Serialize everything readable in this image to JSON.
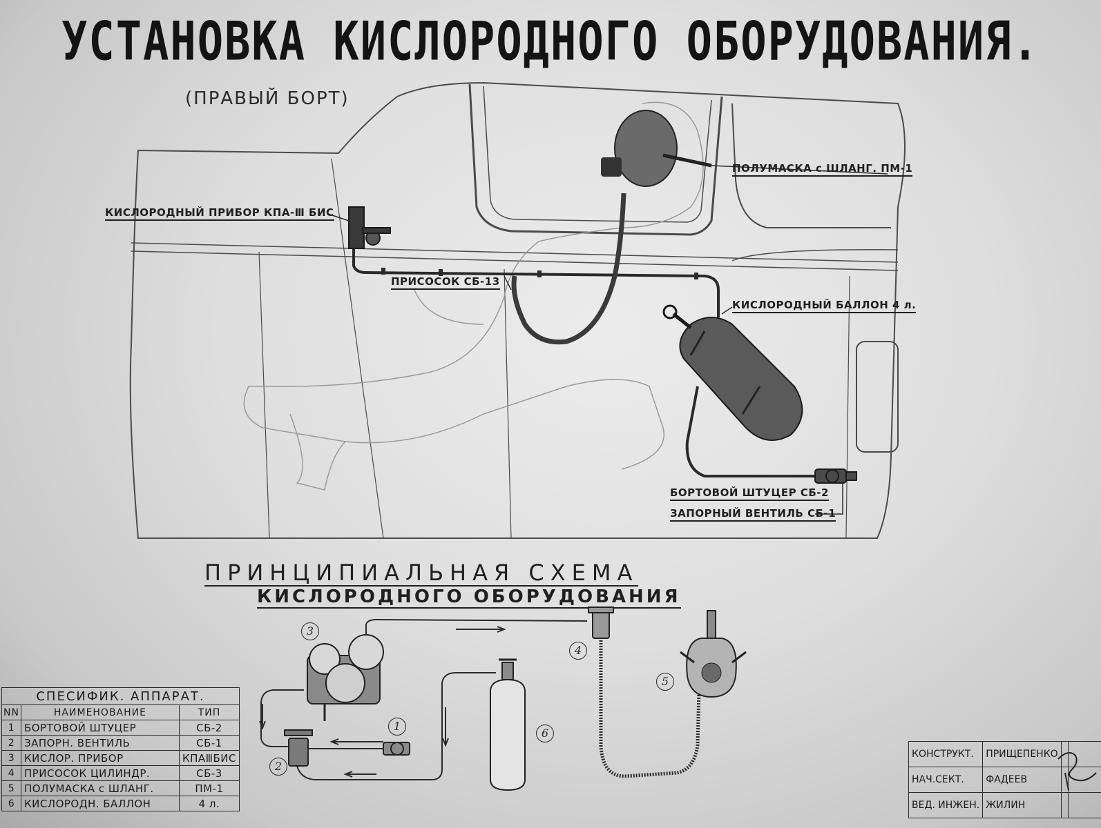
{
  "title": "УСТАНОВКА КИСЛОРОДНОГО ОБОРУДОВАНИЯ.",
  "subtitle": "(ПРАВЫЙ БОРТ)",
  "callouts_top": {
    "mask": "ПОЛУМАСКА с ШЛАНГ. ПМ-1",
    "device": "КИСЛОРОДНЫЙ ПРИБОР КПА-Ⅲ БИС",
    "suction": "ПРИСОСОК СБ-13",
    "cylinder": "КИСЛОРОДНЫЙ БАЛЛОН 4 л.",
    "fitting": "БОРТОВОЙ ШТУЦЕР СБ-2",
    "valve": "ЗАПОРНЫЙ ВЕНТИЛЬ СБ-1"
  },
  "schema": {
    "title_line1": "ПРИНЦИПИАЛЬНАЯ СХЕМА",
    "title_line2": "КИСЛОРОДНОГО ОБОРУДОВАНИЯ",
    "numbers": [
      "1",
      "2",
      "3",
      "4",
      "5",
      "6"
    ]
  },
  "spec_table": {
    "caption": "СПЕСИФИК. АППАРАТ.",
    "headers": [
      "NN",
      "НАИМЕНОВАНИЕ",
      "ТИП"
    ],
    "rows": [
      [
        "1",
        "БОРТОВОЙ ШТУЦЕР",
        "СБ-2"
      ],
      [
        "2",
        "ЗАПОРН. ВЕНТИЛЬ",
        "СБ-1"
      ],
      [
        "3",
        "КИСЛОР. ПРИБОР",
        "КПАⅢБИС"
      ],
      [
        "4",
        "ПРИСОСОК ЦИЛИНДР.",
        "СБ-3"
      ],
      [
        "5",
        "ПОЛУМАСКА с ШЛАНГ.",
        "ПМ-1"
      ],
      [
        "6",
        "КИСЛОРОДН. БАЛЛОН",
        "4 л."
      ]
    ]
  },
  "signature_block": {
    "rows": [
      {
        "role": "КОНСТРУКТ.",
        "name": "ПРИЩЕПЕНКО"
      },
      {
        "role": "НАЧ.СЕКТ.",
        "name": "ФАДЕЕВ"
      },
      {
        "role": "ВЕД. ИНЖЕН.",
        "name": "ЖИЛИН"
      }
    ]
  },
  "colors": {
    "paper": "#dedede",
    "ink": "#1a1a1a",
    "drawing": "#3a3a3a"
  }
}
